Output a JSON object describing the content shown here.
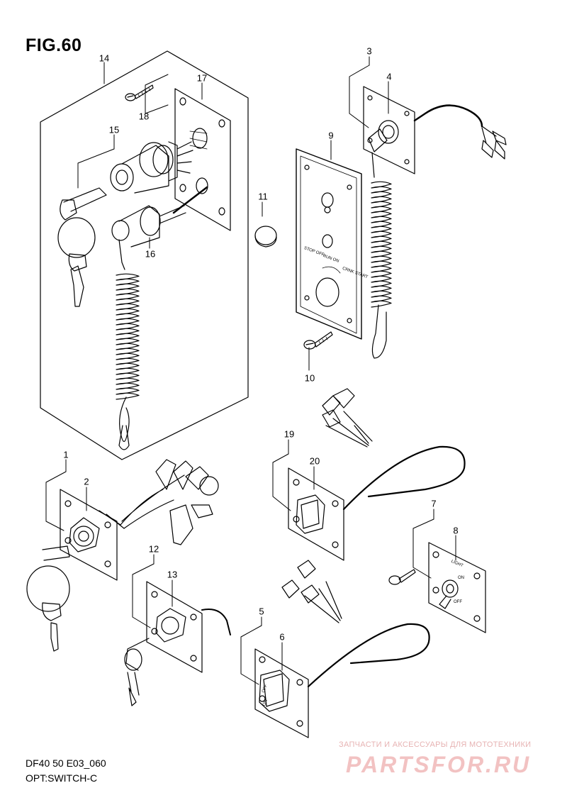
{
  "title": "FIG.60",
  "callouts": [
    "1",
    "2",
    "3",
    "4",
    "5",
    "6",
    "7",
    "8",
    "9",
    "10",
    "11",
    "12",
    "13",
    "14",
    "15",
    "16",
    "17",
    "18",
    "19",
    "20"
  ],
  "caption": {
    "line1": "DF40 50 E03_060",
    "line2": "OPT:SWITCH-C"
  },
  "panel_labels": {
    "stop_off": "STOP OFF",
    "run_on": "RUN ON",
    "crank_start": "CRNK START"
  },
  "light_switch": {
    "title": "LIGHT",
    "on": "ON",
    "off": "OFF"
  },
  "rocker": {
    "on": "ON",
    "off": "OFF"
  },
  "watermark": {
    "tagline": "ЗАПЧАСТИ И АКСЕССУАРЫ ДЛЯ МОТОТЕХНИКИ",
    "logo": "PARTSFOR.RU"
  }
}
